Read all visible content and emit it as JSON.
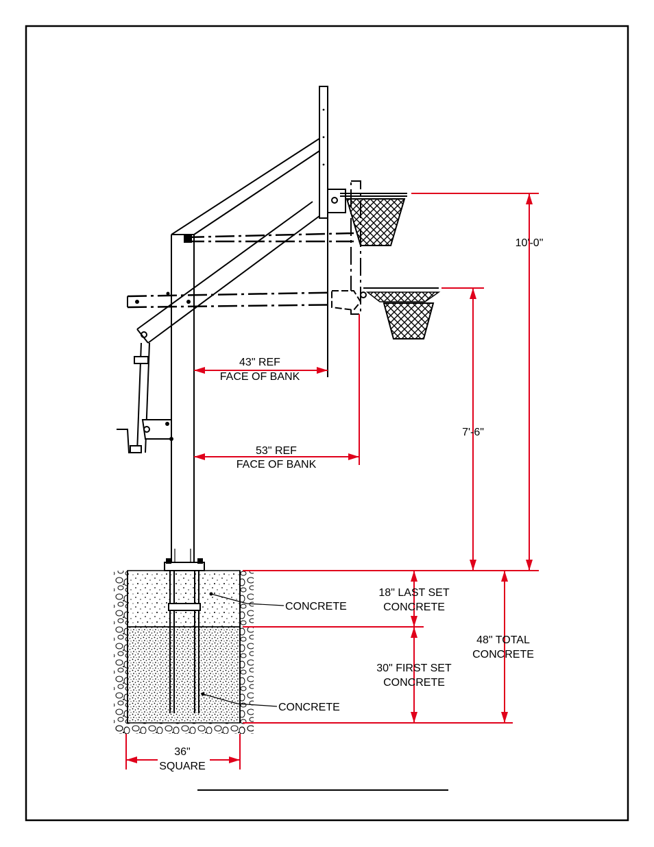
{
  "labels": {
    "face_of_bank_43": [
      "43\" REF",
      "FACE OF BANK"
    ],
    "face_of_bank_53": [
      "53\" REF",
      "FACE OF BANK"
    ],
    "height_high": "10'-0\"",
    "height_low": "7'-6\"",
    "concrete_upper": "CONCRETE",
    "concrete_lower": "CONCRETE",
    "last_set": [
      "18\" LAST SET",
      "CONCRETE"
    ],
    "first_set": [
      "30\" FIRST SET",
      "CONCRETE"
    ],
    "total": [
      "48\" TOTAL",
      "CONCRETE"
    ],
    "footing": [
      "36\"",
      "SQUARE"
    ]
  },
  "colors": {
    "dimension": "#e0001b",
    "linework": "#000000",
    "background": "#ffffff"
  }
}
